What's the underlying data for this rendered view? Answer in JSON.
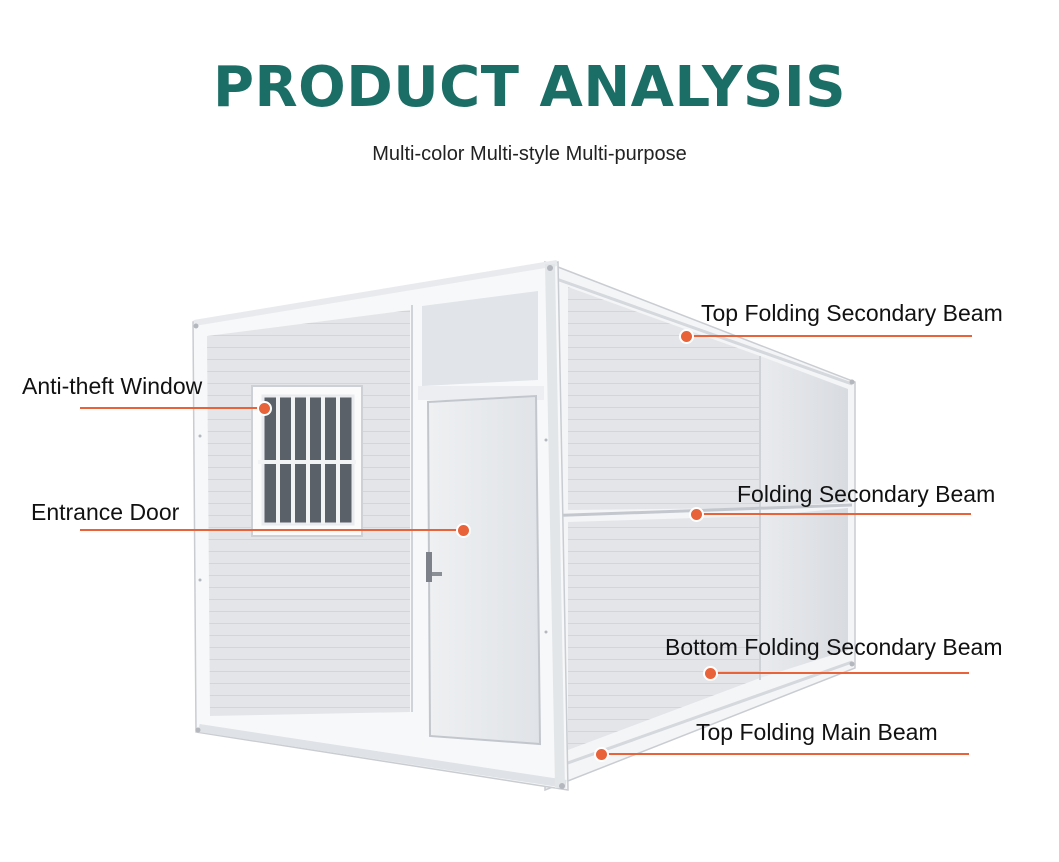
{
  "header": {
    "title": "PRODUCT ANALYSIS",
    "subtitle": "Multi-color Multi-style Multi-purpose"
  },
  "colors": {
    "title": "#1b6e66",
    "accent": "#e8623a",
    "panel": "#e6e8ec",
    "frame": "#f7f8f9"
  },
  "callouts": [
    {
      "id": "top-folding-secondary-beam",
      "label": "Top Folding Secondary Beam"
    },
    {
      "id": "anti-theft-window",
      "label": "Anti-theft Window"
    },
    {
      "id": "entrance-door",
      "label": "Entrance Door"
    },
    {
      "id": "folding-secondary-beam",
      "label": "Folding Secondary Beam"
    },
    {
      "id": "bottom-folding-secondary-beam",
      "label": "Bottom Folding Secondary Beam"
    },
    {
      "id": "top-folding-main-beam",
      "label": "Top Folding Main Beam"
    }
  ]
}
